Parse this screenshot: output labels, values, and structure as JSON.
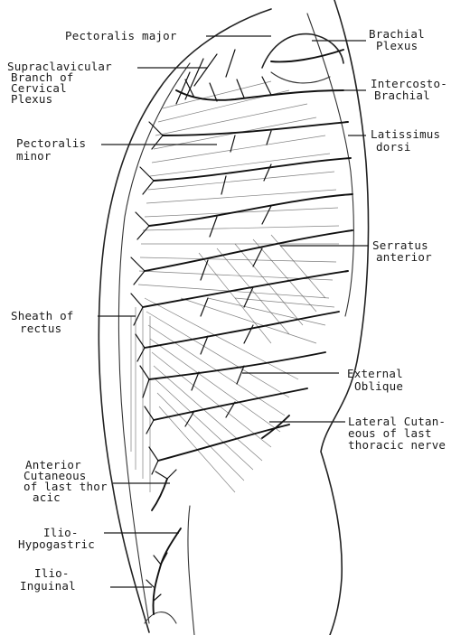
{
  "labels": {
    "pectoralis_major": "Pectoralis major",
    "brachial_plexus": [
      "Brachial",
      "Plexus"
    ],
    "supraclavicular": [
      "Supraclavicular",
      "Branch of",
      "Cervical",
      "Plexus"
    ],
    "intercosto_brachial": [
      "Intercosto-",
      "Brachial"
    ],
    "latissimus_dorsi": [
      "Latissimus",
      "dorsi"
    ],
    "pectoralis_minor": [
      "Pectoralis",
      "minor"
    ],
    "serratus_anterior": [
      "Serratus",
      "anterior"
    ],
    "sheath_of_rectus": [
      "Sheath of",
      "rectus"
    ],
    "external_oblique": [
      "External",
      "Oblique"
    ],
    "lateral_cutaneous": [
      "Lateral Cutan-",
      "eous of last",
      "thoracic nerve"
    ],
    "anterior_cutaneous": [
      "Anterior",
      "Cutaneous",
      "of last thor",
      "acic"
    ],
    "ilio_hypogastric": [
      "Ilio-",
      "Hypogastric"
    ],
    "ilio_inguinal": [
      "Ilio-",
      "Inguinal"
    ]
  }
}
